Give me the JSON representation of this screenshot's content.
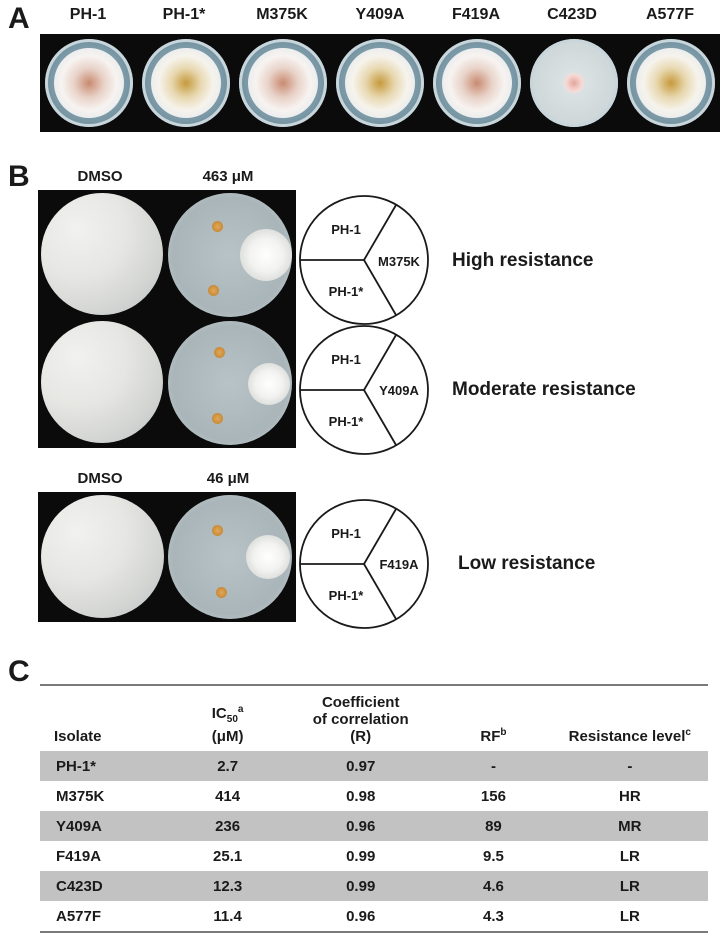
{
  "panels": {
    "a": "A",
    "b": "B",
    "c": "C"
  },
  "panel_a": {
    "strains": [
      "PH-1",
      "PH-1*",
      "M375K",
      "Y409A",
      "F419A",
      "C423D",
      "A577F"
    ]
  },
  "panel_b": {
    "rows": [
      {
        "dmso": "DMSO",
        "conc": "463  μM",
        "label_top": "PH-1",
        "label_right": "M375K",
        "label_bottom": "PH-1*",
        "resistance": "High resistance"
      },
      {
        "label_top": "PH-1",
        "label_right": "Y409A",
        "label_bottom": "PH-1*",
        "resistance": "Moderate resistance"
      },
      {
        "dmso": "DMSO",
        "conc": "46  μM",
        "label_top": "PH-1",
        "label_right": "F419A",
        "label_bottom": "PH-1*",
        "resistance": "Low resistance"
      }
    ]
  },
  "panel_c": {
    "headers": {
      "isolate": "Isolate",
      "ic50_main": "IC",
      "ic50_sub": "50",
      "ic50_sup": "a",
      "ic50_unit": "(μM)",
      "coef_line1": "Coefficient",
      "coef_line2": "of correlation",
      "coef_line3": "(R)",
      "rf_main": "RF",
      "rf_sup": "b",
      "level_main": "Resistance level",
      "level_sup": "c"
    },
    "rows": [
      {
        "isolate": "PH-1*",
        "ic50": "2.7",
        "r": "0.97",
        "rf": "-",
        "level": "-"
      },
      {
        "isolate": "M375K",
        "ic50": "414",
        "r": "0.98",
        "rf": "156",
        "level": "HR"
      },
      {
        "isolate": "Y409A",
        "ic50": "236",
        "r": "0.96",
        "rf": "89",
        "level": "MR"
      },
      {
        "isolate": "F419A",
        "ic50": "25.1",
        "r": "0.99",
        "rf": "9.5",
        "level": "LR"
      },
      {
        "isolate": "C423D",
        "ic50": "12.3",
        "r": "0.99",
        "rf": "4.6",
        "level": "LR"
      },
      {
        "isolate": "A577F",
        "ic50": "11.4",
        "r": "0.96",
        "rf": "4.3",
        "level": "LR"
      }
    ]
  }
}
